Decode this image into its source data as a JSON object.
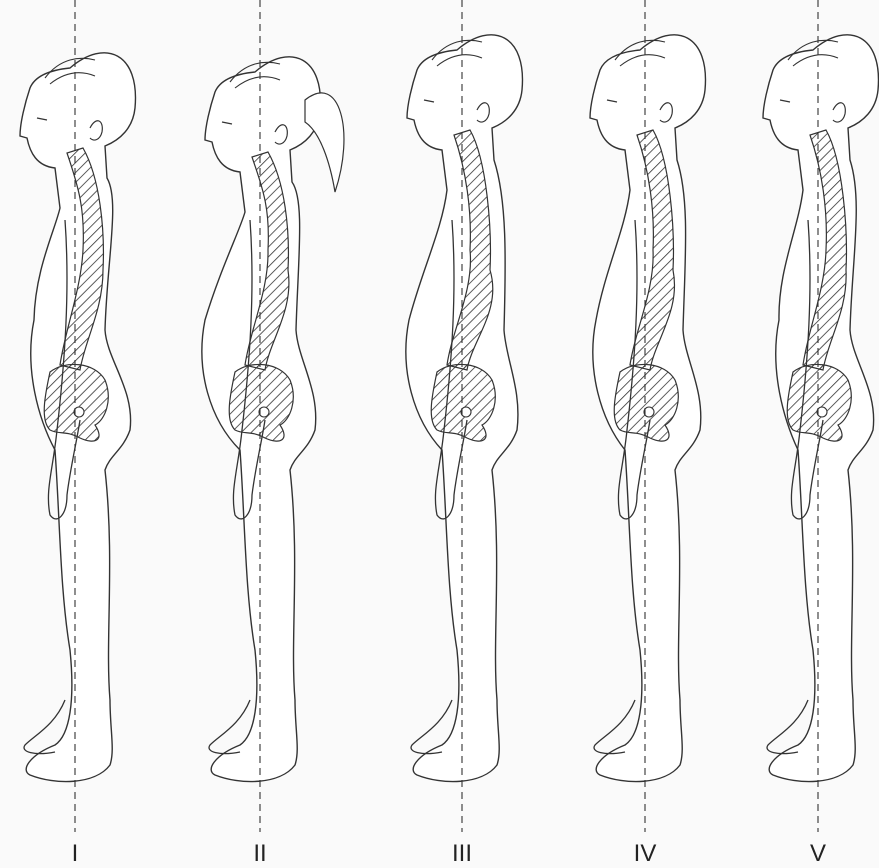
{
  "figure": {
    "panels": [
      {
        "label": "I"
      },
      {
        "label": "II"
      },
      {
        "label": "III"
      },
      {
        "label": "IV"
      },
      {
        "label": "V"
      }
    ]
  },
  "colors": {
    "background": "#fafafa",
    "line": "#333333",
    "hatch": "#333333",
    "body_fill": "#ffffff"
  }
}
